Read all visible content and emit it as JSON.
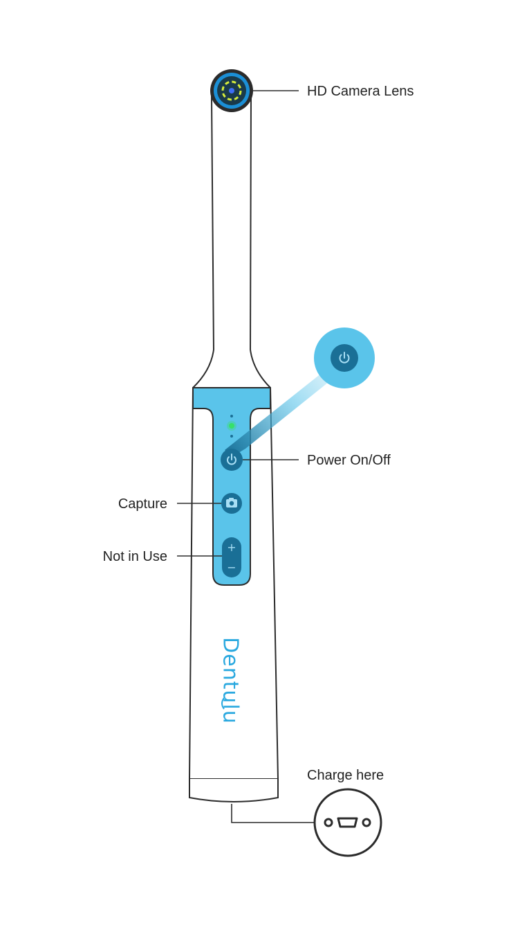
{
  "labels": {
    "lens": "HD Camera Lens",
    "power": "Power On/Off",
    "capture": "Capture",
    "not_in_use": "Not in Use",
    "charge": "Charge here"
  },
  "brand": "Dentulu",
  "stepper": {
    "plus": "+",
    "minus": "−"
  },
  "colors": {
    "accent": "#5ac4ea",
    "button": "#1a6f96",
    "outline": "#2b2b2b",
    "led": "#37e06a",
    "lens_ring": "#1b8fd6",
    "lens_leds": "#d8ee3a",
    "brand_text": "#29a8df"
  },
  "icons": {
    "power": "power-icon",
    "capture": "camera-icon",
    "port": "usb-port-icon"
  }
}
